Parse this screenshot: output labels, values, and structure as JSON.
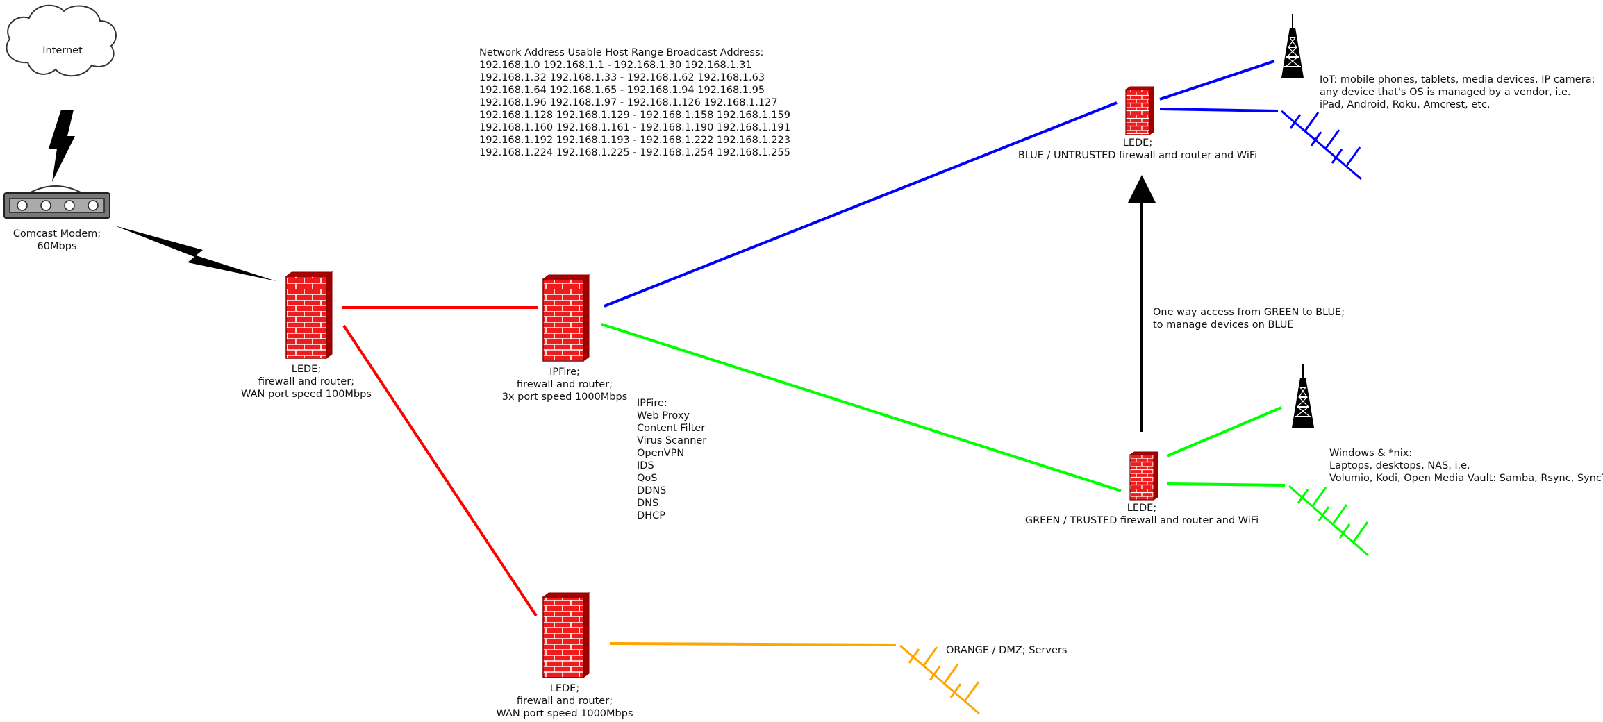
{
  "colors": {
    "red": "#ff0000",
    "blue": "#0000ff",
    "green": "#00ff00",
    "orange": "#ffa500",
    "black": "#000000",
    "brick": "#ee1c1c"
  },
  "icons": {
    "internet": "cloud-icon",
    "link": "lightning-bolt-icon",
    "modem": "modem-icon",
    "firewall": "brick-firewall-icon",
    "wifi": "radio-tower-icon",
    "lan": "network-segment-icon"
  },
  "nodes": {
    "internet": {
      "label": "Internet"
    },
    "modem": {
      "label": "Comcast Modem;\n60Mbps"
    },
    "lede_main": {
      "label": "LEDE;\nfirewall and router;\nWAN port speed 100Mbps"
    },
    "ipfire": {
      "label": "IPFire;\nfirewall and router;\n3x port speed 1000Mbps"
    },
    "lede_orange": {
      "label": "LEDE;\nfirewall and router;\nWAN port speed 1000Mbps"
    },
    "lede_blue": {
      "label": "LEDE;\nBLUE / UNTRUSTED firewall and router and WiFi"
    },
    "lede_green": {
      "label": "LEDE;\nGREEN / TRUSTED firewall and router and WiFi"
    }
  },
  "notes": {
    "subnet_table": "Network Address Usable Host Range Broadcast Address:\n192.168.1.0 192.168.1.1 - 192.168.1.30 192.168.1.31\n192.168.1.32 192.168.1.33 - 192.168.1.62 192.168.1.63\n192.168.1.64 192.168.1.65 - 192.168.1.94 192.168.1.95\n192.168.1.96 192.168.1.97 - 192.168.1.126 192.168.1.127\n192.168.1.128 192.168.1.129 - 192.168.1.158 192.168.1.159\n192.168.1.160 192.168.1.161 - 192.168.1.190 192.168.1.191\n192.168.1.192 192.168.1.193 - 192.168.1.222 192.168.1.223\n192.168.1.224 192.168.1.225 - 192.168.1.254 192.168.1.255",
    "ipfire_services": "IPFire:\nWeb Proxy\nContent Filter\nVirus Scanner\nOpenVPN\nIDS\nQoS\nDDNS\nDNS\nDHCP",
    "iot": "IoT: mobile phones, tablets, media devices, IP camera;\nany device that's OS is managed by a vendor, i.e.\niPad, Android, Roku, Amcrest, etc.",
    "trusted": "Windows & *nix:\nLaptops, desktops, NAS, i.e.\nVolumio, Kodi, Open Media Vault: Samba, Rsync, SyncThing",
    "one_way": "One way access from GREEN to BLUE;\nto manage devices on BLUE",
    "dmz": "ORANGE / DMZ; Servers"
  }
}
